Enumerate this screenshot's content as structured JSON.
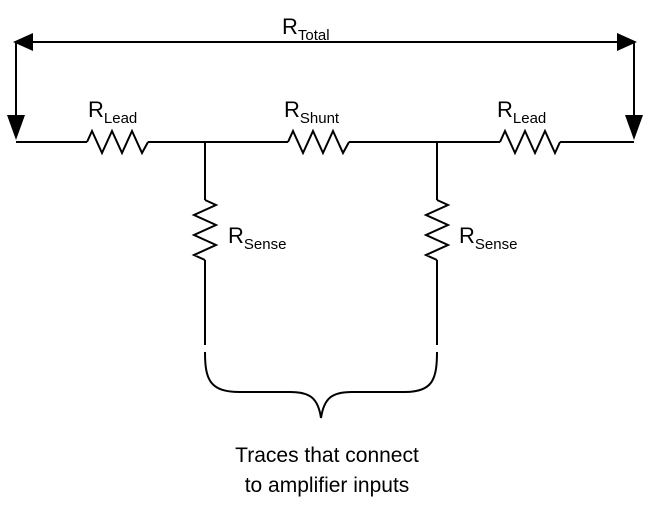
{
  "labels": {
    "r_total": {
      "main": "R",
      "sub": "Total"
    },
    "r_lead_left": {
      "main": "R",
      "sub": "Lead"
    },
    "r_shunt": {
      "main": "R",
      "sub": "Shunt"
    },
    "r_lead_right": {
      "main": "R",
      "sub": "Lead"
    },
    "r_sense_left": {
      "main": "R",
      "sub": "Sense"
    },
    "r_sense_right": {
      "main": "R",
      "sub": "Sense"
    }
  },
  "caption": {
    "line1": "Traces that connect",
    "line2": "to amplifier inputs"
  }
}
